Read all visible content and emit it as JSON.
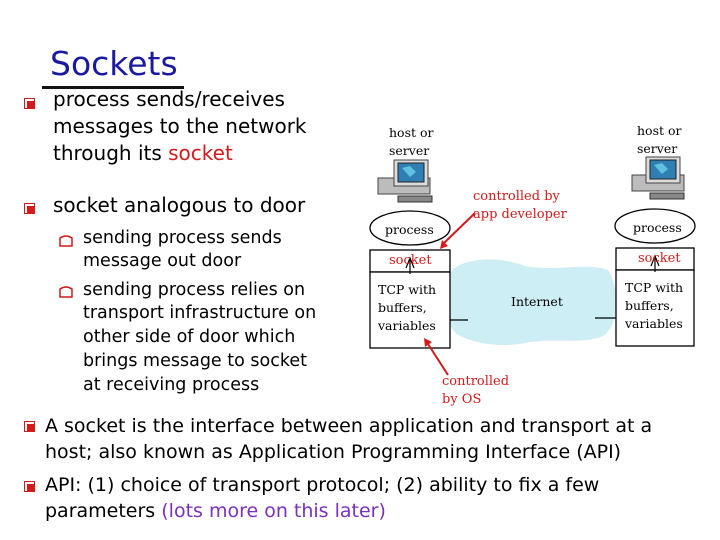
{
  "title": "Sockets",
  "bullets": [
    {
      "lines": [
        "process sends/receives",
        "messages to the network",
        "through its "
      ],
      "highlight": "socket"
    },
    {
      "text": "socket analogous to door"
    }
  ],
  "sub_bullets": [
    {
      "lines": [
        "sending process sends",
        "message out door"
      ]
    },
    {
      "lines": [
        "sending process relies on",
        "transport infrastructure on",
        "other side of door which",
        "brings message to socket",
        "at receiving process"
      ]
    }
  ],
  "diagram": {
    "left_host_label": [
      "host or",
      "server"
    ],
    "right_host_label": [
      "host or",
      "server"
    ],
    "process_label": "process",
    "socket_label": "socket",
    "tcp_label": [
      "TCP with",
      "buffers,",
      "variables"
    ],
    "internet_label": "Internet",
    "controlled_by_app": [
      "controlled by",
      "app developer"
    ],
    "controlled_by_os": [
      "controlled",
      "by OS"
    ]
  },
  "bottom_bullets": [
    {
      "lines": [
        "A socket is the interface between application and transport at a",
        "host; also known as Application Programming Interface (API)"
      ]
    },
    {
      "lines": [
        "API: (1) choice of transport protocol; (2) ability to fix a few",
        "parameters "
      ],
      "highlight": "(lots more on  this later)"
    }
  ],
  "colors": {
    "title": "#1a1aa0",
    "bullet": "#d41a1a",
    "highlight_red": "#d41a1a",
    "highlight_purple": "#7b2fbf",
    "cloud": "#cdeef4",
    "monitor_screen": "#2f7fb4"
  }
}
